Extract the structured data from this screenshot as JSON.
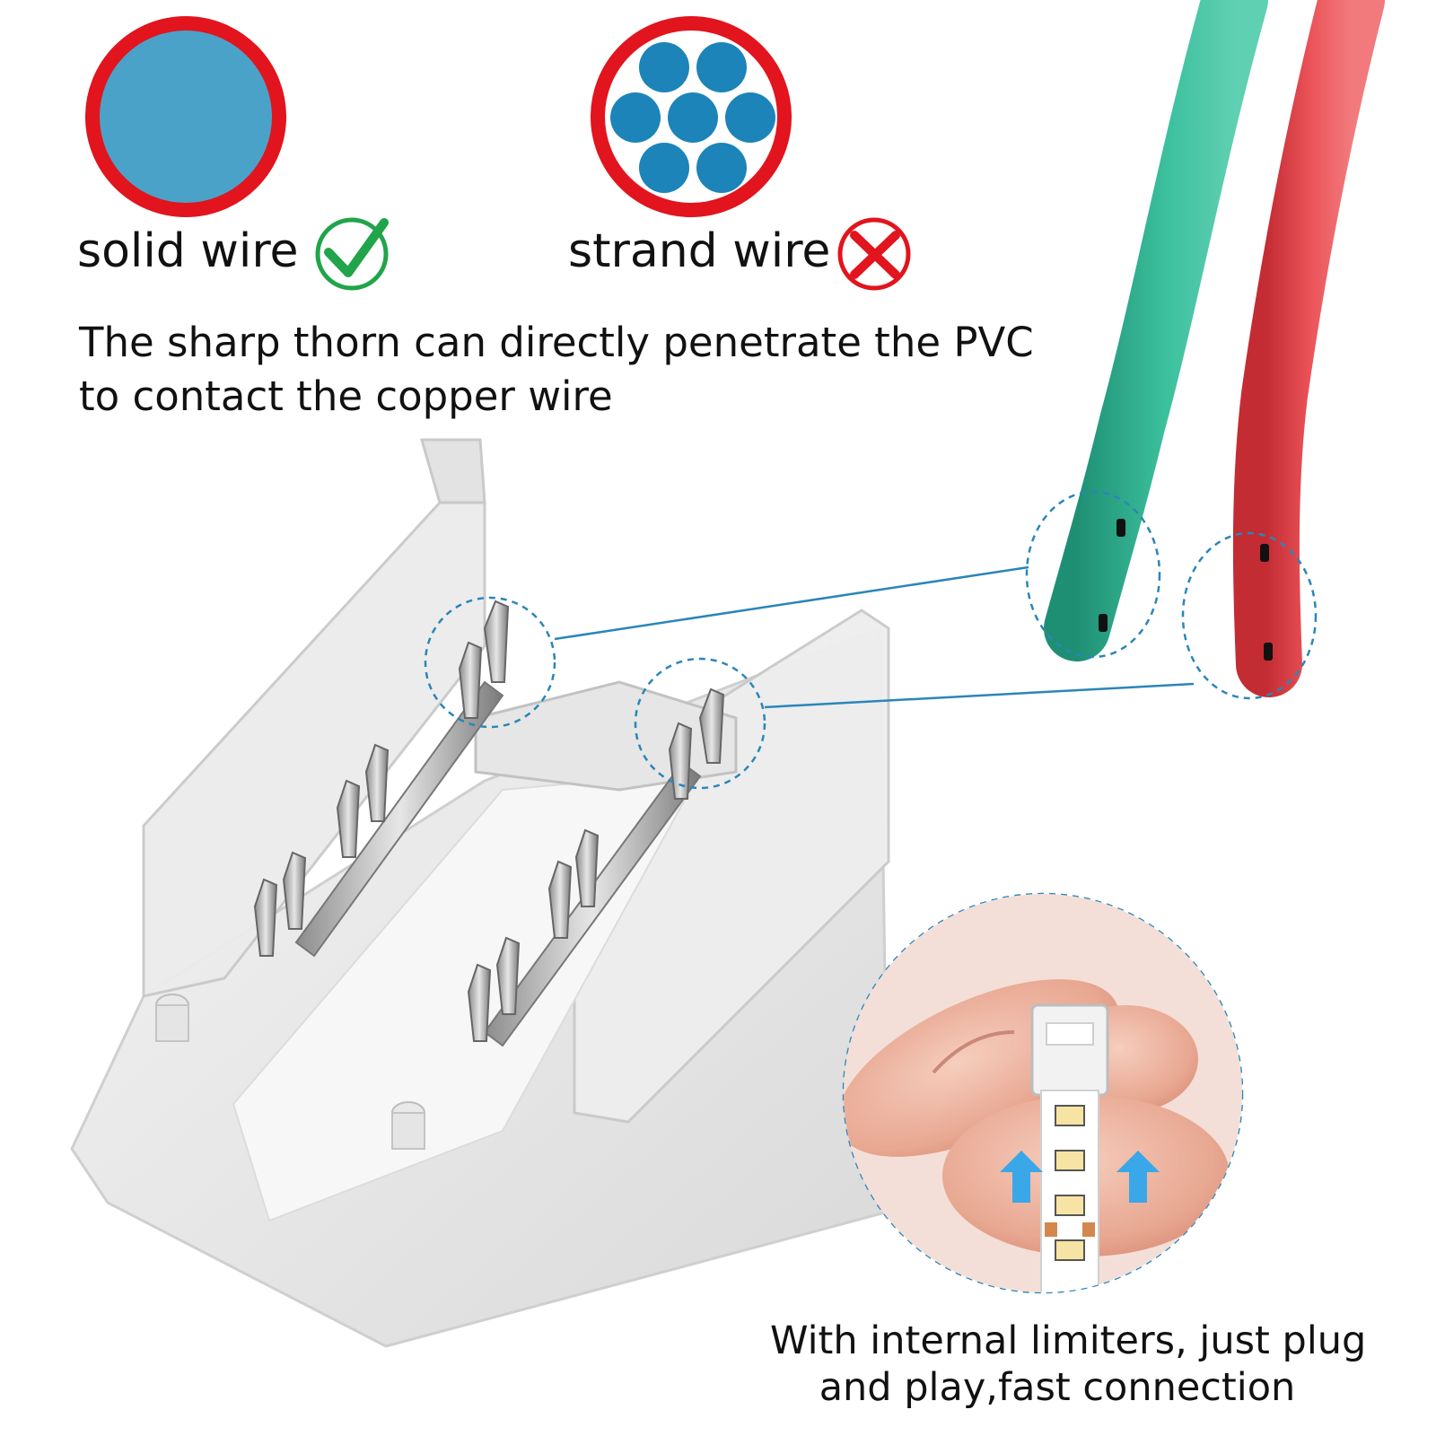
{
  "colors": {
    "ring_red": "#e2141d",
    "wire_fill_blue": "#4aa2c9",
    "strand_blue": "#1c84b8",
    "check_green": "#21a44a",
    "cross_red": "#e2141d",
    "wire_green": "#2eab8c",
    "wire_red": "#e2444a",
    "callout_blue": "#2a86b8"
  },
  "icons": {
    "solid": "check-circle-icon",
    "strand": "cross-circle-icon"
  },
  "labels": {
    "solid_wire": "solid wire",
    "strand_wire": "strand wire"
  },
  "headline": {
    "line1": "The sharp thorn can directly penetrate the PVC",
    "line2": "to contact the copper wire"
  },
  "footer_note": {
    "line1": "With internal limiters, just plug",
    "line2": "and play,fast connection"
  }
}
